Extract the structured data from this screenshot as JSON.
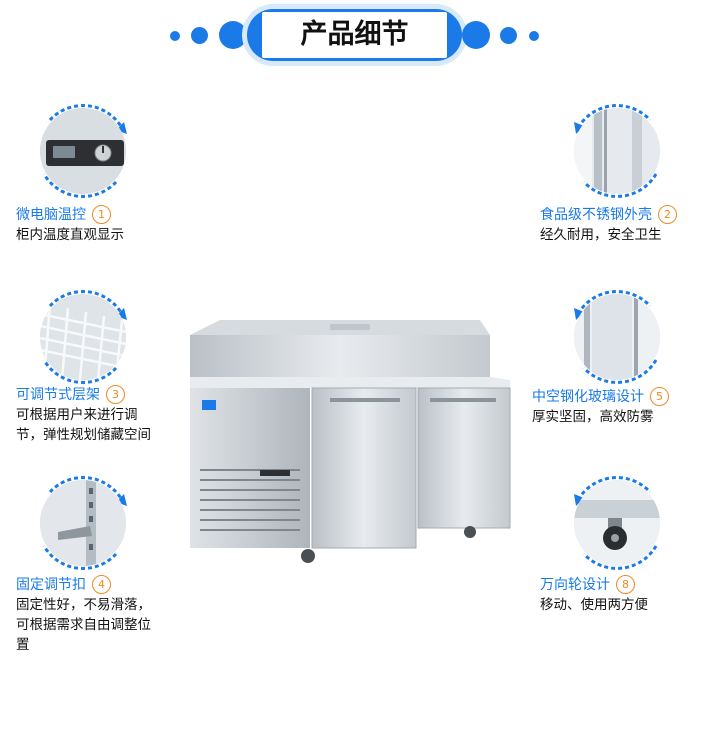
{
  "header": {
    "title": "产品细节",
    "accent_color": "#1a7be8"
  },
  "features": [
    {
      "name": "微电脑温控",
      "number": "1",
      "desc": "柜内温度直观显示",
      "icon": "thermostat-panel-icon"
    },
    {
      "name": "食品级不锈钢外壳",
      "number": "2",
      "desc": "经久耐用，安全卫生",
      "icon": "steel-shell-icon"
    },
    {
      "name": "可调节式层架",
      "number": "3",
      "desc": "可根据用户来进行调节，弹性规划储藏空间",
      "icon": "wire-shelf-icon"
    },
    {
      "name": "中空钢化玻璃设计",
      "number": "5",
      "desc": "厚实坚固，高效防雾",
      "icon": "glass-panel-icon"
    },
    {
      "name": "固定调节扣",
      "number": "4",
      "desc": "固定性好，不易滑落，可根据需求自由调整位置",
      "icon": "shelf-clip-icon"
    },
    {
      "name": "万向轮设计",
      "number": "8",
      "desc": "移动、使用两方便",
      "icon": "caster-wheel-icon"
    }
  ],
  "product": {
    "image": "refrigerated-prep-table-image"
  }
}
